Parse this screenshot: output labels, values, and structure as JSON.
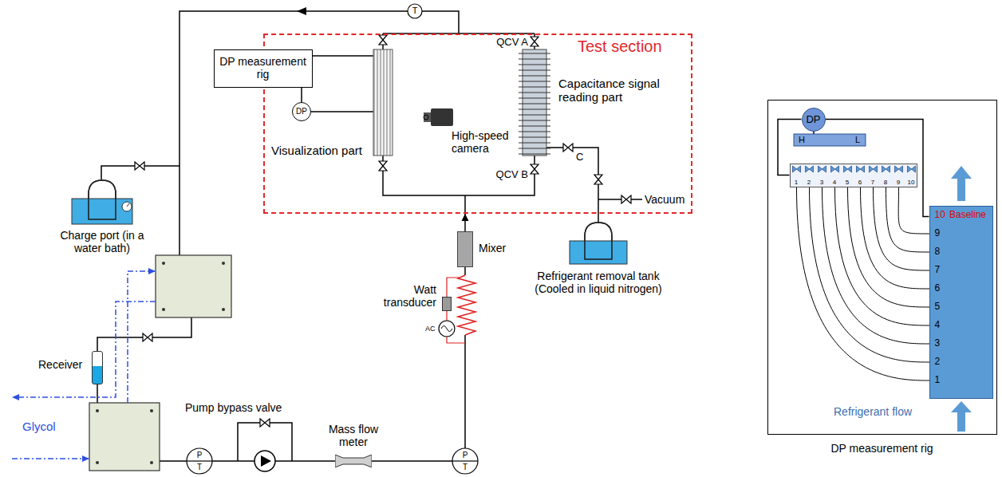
{
  "diagram": {
    "nodes": [
      {
        "text": [
          "Test section"
        ]
      },
      {
        "text": [
          "DP measurement rig"
        ]
      },
      {
        "text": [
          "DP"
        ],
        "in": 0
      },
      {
        "text": [
          "Mixer"
        ]
      },
      {
        "text": [
          "Watt transducer"
        ]
      },
      {
        "text": [
          "Receiver"
        ]
      },
      {
        "text": [
          "Mass flow meter"
        ]
      },
      {
        "text": [
          "Charge port (in a water bath)"
        ]
      },
      {
        "text": [
          "Refrigerant removal tank (Cooled in liquid nitrogen)"
        ]
      },
      {
        "text": [
          "DP measurement rig"
        ]
      },
      {
        "text": [
          "DP"
        ],
        "in": 9
      },
      {
        "text": [
          "1",
          "2",
          "3",
          "4",
          "5",
          "6",
          "7",
          "8",
          "9",
          "10"
        ],
        "in": 9
      },
      {
        "text": [
          "10",
          "9",
          "8",
          "7",
          "6",
          "5",
          "4",
          "3",
          "2",
          "1"
        ],
        "in": 9
      }
    ],
    "edges": [
      {
        "from": 3,
        "to": 0,
        "arrow": "to"
      },
      {
        "from": 2,
        "to": 1,
        "arrow": "none"
      },
      {
        "from": 8,
        "to": 0,
        "arrow": "none"
      },
      {
        "from": 10,
        "to": 11,
        "arrow": "none"
      },
      {
        "from": 10,
        "to": 12,
        "arrow": "none"
      }
    ],
    "labels": [
      "T",
      "QCV A",
      "QCV B",
      "C",
      "Visualization part",
      "High-speed camera",
      "Capacitance signal reading part",
      "Vacuum",
      "Glycol",
      "Pump bypass valve",
      "P",
      "T",
      "P",
      "T",
      "AC",
      "H",
      "L",
      "Baseline",
      "Refrigerant flow"
    ]
  }
}
